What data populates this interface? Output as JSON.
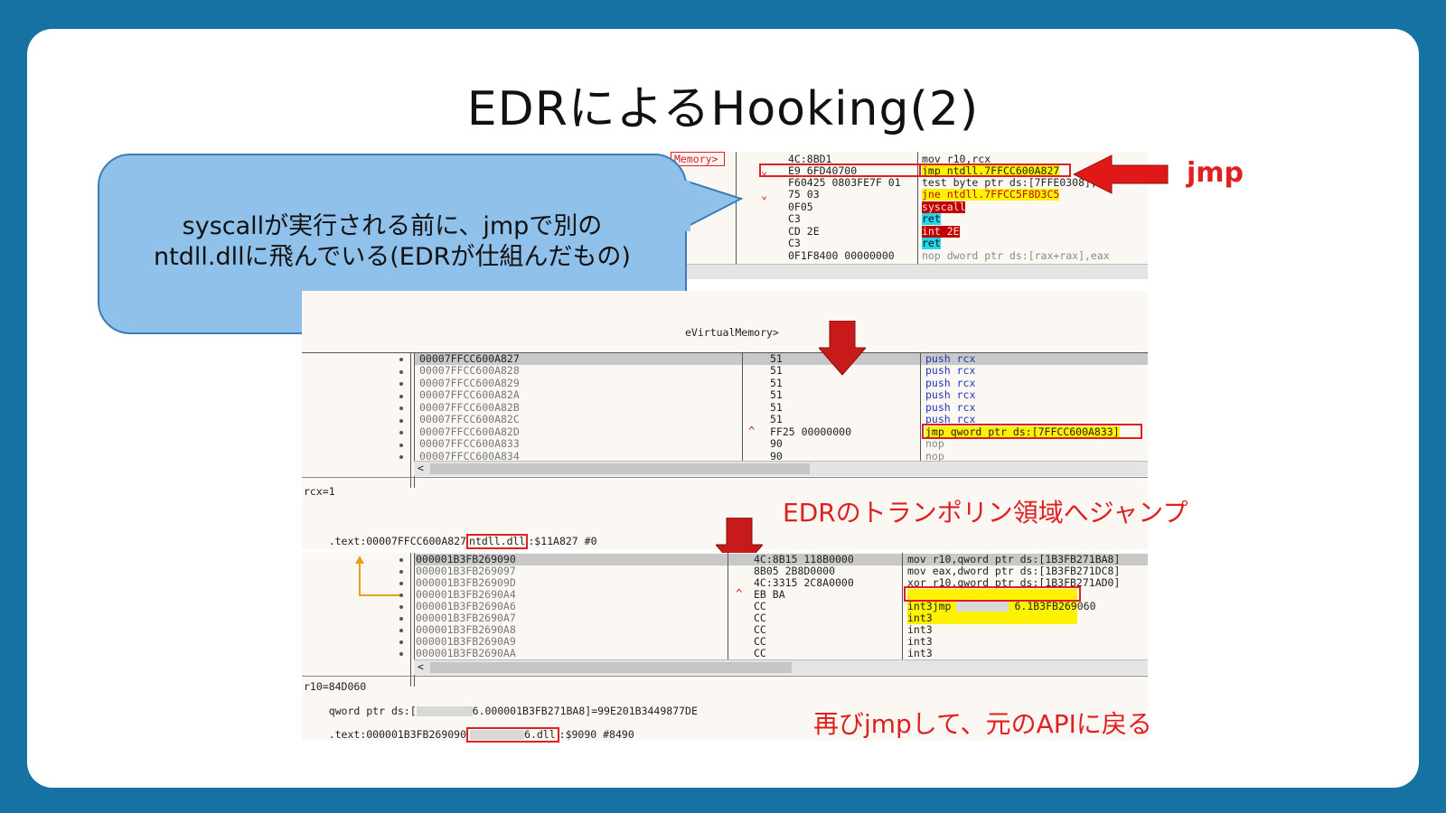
{
  "title": "EDRによるHooking(2)",
  "callout": {
    "line1": "syscallが実行される前に、jmpで別の",
    "line2": "ntdll.dllに飛んでいる(EDRが仕組んだもの)"
  },
  "notes": {
    "jmp": "jmp",
    "trampoline": "EDRのトランポリン領域へジャンプ",
    "return": "再びjmpして、元のAPIに戻る"
  },
  "colors": {
    "background": "#1672a3",
    "accent_red": "#e02020",
    "callout_fill": "#8fc1ea",
    "highlight_yellow": "#fff200"
  },
  "panel1": {
    "tab_fragment": "Memory>",
    "rows": [
      {
        "bytes": "4C:8BD1",
        "instr": "mov r10,rcx"
      },
      {
        "bytes": "E9 6FD40700",
        "instr": "jmp ntdll.7FFCC600A827"
      },
      {
        "bytes": "F60425 0803FE7F 01",
        "instr": "test byte ptr ds:[7FFE0308],1"
      },
      {
        "bytes": "75 03",
        "instr": "jne ntdll.7FFCC5F8D3C5"
      },
      {
        "bytes": "0F05",
        "instr": "syscall"
      },
      {
        "bytes": "C3",
        "instr": "ret"
      },
      {
        "bytes": "CD 2E",
        "instr": "int 2E"
      },
      {
        "bytes": "C3",
        "instr": "ret"
      },
      {
        "bytes": "0F1F8400 00000000",
        "instr": "nop dword ptr ds:[rax+rax],eax"
      }
    ]
  },
  "panel2": {
    "tab_fragment": "eVirtualMemory>",
    "rows": [
      {
        "addr": "00007FFCC600A827",
        "bytes": "51",
        "instr": "push rcx"
      },
      {
        "addr": "00007FFCC600A828",
        "bytes": "51",
        "instr": "push rcx"
      },
      {
        "addr": "00007FFCC600A829",
        "bytes": "51",
        "instr": "push rcx"
      },
      {
        "addr": "00007FFCC600A82A",
        "bytes": "51",
        "instr": "push rcx"
      },
      {
        "addr": "00007FFCC600A82B",
        "bytes": "51",
        "instr": "push rcx"
      },
      {
        "addr": "00007FFCC600A82C",
        "bytes": "51",
        "instr": "push rcx"
      },
      {
        "addr": "00007FFCC600A82D",
        "bytes": "FF25 00000000",
        "instr": "jmp qword ptr ds:[7FFCC600A833]"
      },
      {
        "addr": "00007FFCC600A833",
        "bytes": "90",
        "instr": "nop"
      },
      {
        "addr": "00007FFCC600A834",
        "bytes": "90",
        "instr": "nop"
      }
    ],
    "info1": "rcx=1",
    "info2_pre": ".text:00007FFCC600A827",
    "info2_box": "ntdll.dll",
    "info2_post": ":$11A827 #0",
    "scroll_left": "<"
  },
  "panel3": {
    "rows": [
      {
        "addr": "000001B3FB269090",
        "bytes": "4C:8B15 118B0000",
        "instr": "mov r10,qword ptr ds:[1B3FB271BA8]"
      },
      {
        "addr": "000001B3FB269097",
        "bytes": "8B05 2B8D0000",
        "instr": "mov eax,dword ptr ds:[1B3FB271DC8]"
      },
      {
        "addr": "000001B3FB26909D",
        "bytes": "4C:3315 2C8A0000",
        "instr": "xor r10,qword ptr ds:[1B3FB271AD0]"
      },
      {
        "addr": "000001B3FB2690A4",
        "bytes": "EB BA",
        "instr": "jmp"
      },
      {
        "addr": "000001B3FB2690A6",
        "bytes": "CC",
        "instr": "int3"
      },
      {
        "addr": "000001B3FB2690A7",
        "bytes": "CC",
        "instr": "int3"
      },
      {
        "addr": "000001B3FB2690A8",
        "bytes": "CC",
        "instr": "int3"
      },
      {
        "addr": "000001B3FB2690A9",
        "bytes": "CC",
        "instr": "int3"
      },
      {
        "addr": "000001B3FB2690AA",
        "bytes": "CC",
        "instr": "int3"
      }
    ],
    "jmp_target": "6.1B3FB269060",
    "info1": "r10=84D060",
    "info2_pre": "qword ptr ds:[",
    "info2_post": "6.000001B3FB271BA8]=99E201B3449877DE",
    "info3_pre": ".text:000001B3FB269090",
    "info3_box": "6.dll",
    "info3_post": ":$9090 #8490",
    "scroll_left": "<"
  }
}
